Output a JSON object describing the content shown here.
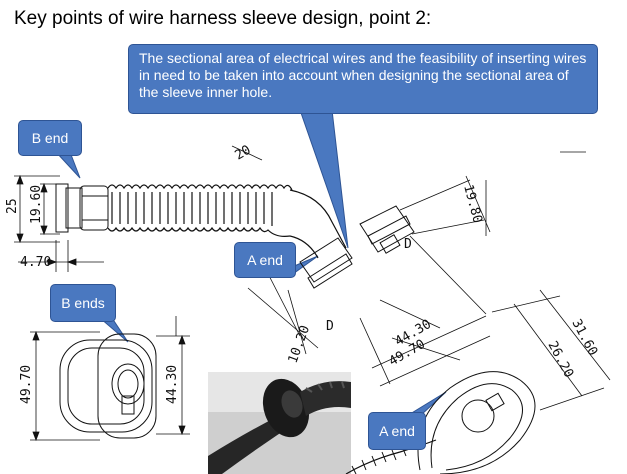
{
  "title": "Key points of wire harness sleeve design, point 2:",
  "callouts": {
    "main": "The sectional area of electrical wires and the feasibility of inserting wires in need to be taken into account when designing the sectional area of the sleeve inner hole.",
    "b_end": "B end",
    "a_end_1": "A end",
    "b_ends": "B ends",
    "a_end_2": "A end"
  },
  "dimensions": {
    "d_25": "25",
    "d_19_60": "19.60",
    "d_4_70": "4.70",
    "d_19_80": "19.80",
    "d_10_20": "10.20",
    "d_44_30_a": "44.30",
    "d_49_70_a": "49.70",
    "d_31_60": "31.60",
    "d_26_20": "26.20",
    "d_49_70_b": "49.70",
    "d_44_30_b": "44.30",
    "d_20": "20"
  },
  "letters": {
    "d1": "D",
    "d2": "D"
  },
  "colors": {
    "callout_fill": "#4a78c0",
    "callout_border": "#2e5494",
    "line": "#111111"
  }
}
